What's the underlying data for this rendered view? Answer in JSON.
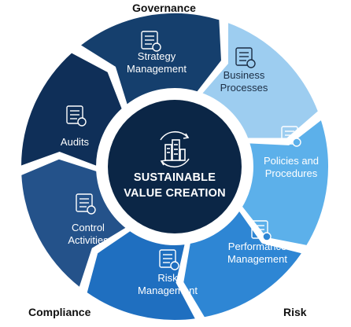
{
  "corners": {
    "top": "Governance",
    "bottom_left": "Compliance",
    "bottom_right": "Risk"
  },
  "center": {
    "line1": "SUSTAINABLE",
    "line2": "VALUE CREATION",
    "icon": "city-cycle-icon"
  },
  "segments": [
    {
      "id": "strategy",
      "label_lines": [
        "Strategy",
        "Management"
      ],
      "color": "#153f6d",
      "text_color": "#ffffff",
      "icon": "strategy-icon"
    },
    {
      "id": "business",
      "label_lines": [
        "Business",
        "Processes"
      ],
      "color": "#9dcdf0",
      "text_color": "#1b2d44",
      "icon": "process-gears-icon"
    },
    {
      "id": "policies",
      "label_lines": [
        "Policies and",
        "Procedures"
      ],
      "color": "#5cb0ea",
      "text_color": "#ffffff",
      "icon": "policy-person-icon"
    },
    {
      "id": "performance",
      "label_lines": [
        "Performance",
        "Management"
      ],
      "color": "#2e86d4",
      "text_color": "#ffffff",
      "icon": "performance-chart-icon"
    },
    {
      "id": "risk",
      "label_lines": [
        "Risk",
        "Management"
      ],
      "color": "#1f6fc0",
      "text_color": "#ffffff",
      "icon": "risk-gear-icon"
    },
    {
      "id": "control",
      "label_lines": [
        "Control",
        "Activities"
      ],
      "color": "#24528a",
      "text_color": "#ffffff",
      "icon": "control-panel-icon"
    },
    {
      "id": "audits",
      "label_lines": [
        "Audits"
      ],
      "color": "#0f2f58",
      "text_color": "#ffffff",
      "icon": "audit-document-icon"
    }
  ]
}
